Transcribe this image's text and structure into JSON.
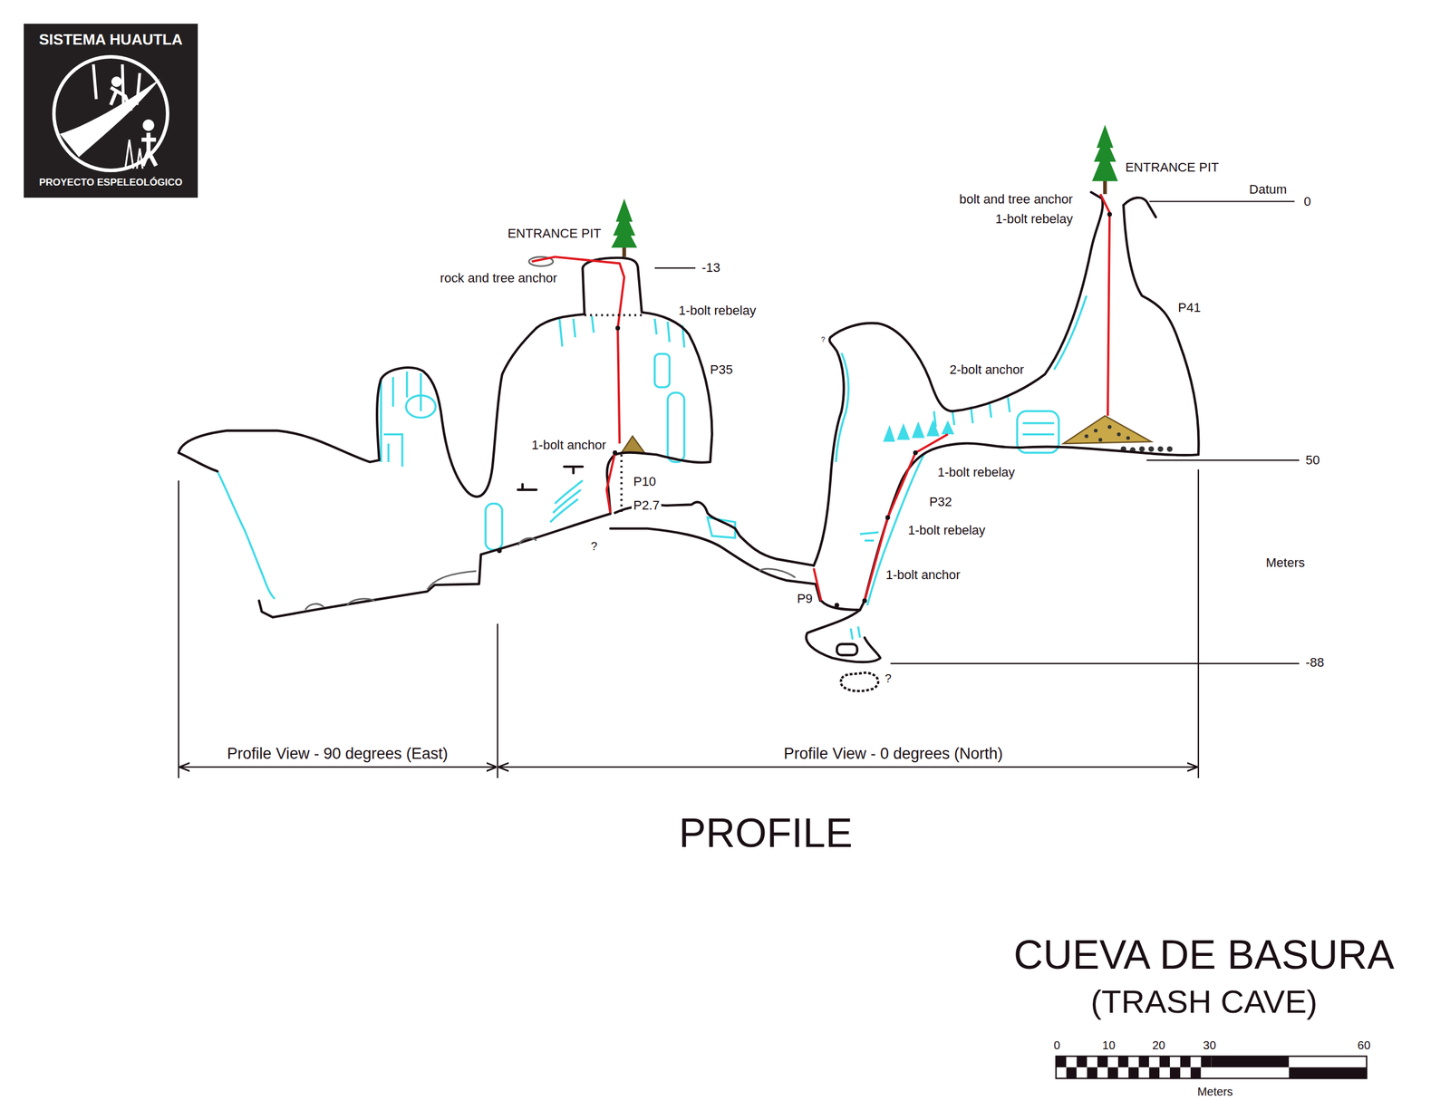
{
  "diagram": {
    "title": "CUEVA DE BASURA",
    "nodes": [
      {
        "text": [
          "SISTEMA HUAUTLA",
          "PROYECTO ESPELEOLÓGICO"
        ]
      }
    ],
    "labels": [
      "ENTRANCE PIT",
      "rock and tree anchor",
      "-13",
      "1-bolt rebelay",
      "P35",
      "1-bolt anchor",
      "P10",
      "P2.7",
      "?",
      "ENTRANCE PIT",
      "bolt and tree anchor",
      "1-bolt rebelay",
      "Datum",
      "0",
      "P41",
      "2-bolt anchor",
      "?",
      "1-bolt rebelay",
      "P32",
      "1-bolt rebelay",
      "1-bolt anchor",
      "P9",
      "?",
      "50",
      "Meters",
      "-88",
      "Profile View - 90 degrees (East)",
      "Profile View - 0 degrees (North)",
      "PROFILE",
      "(TRASH CAVE)",
      "0",
      "10",
      "20",
      "30",
      "60",
      "Meters"
    ]
  }
}
